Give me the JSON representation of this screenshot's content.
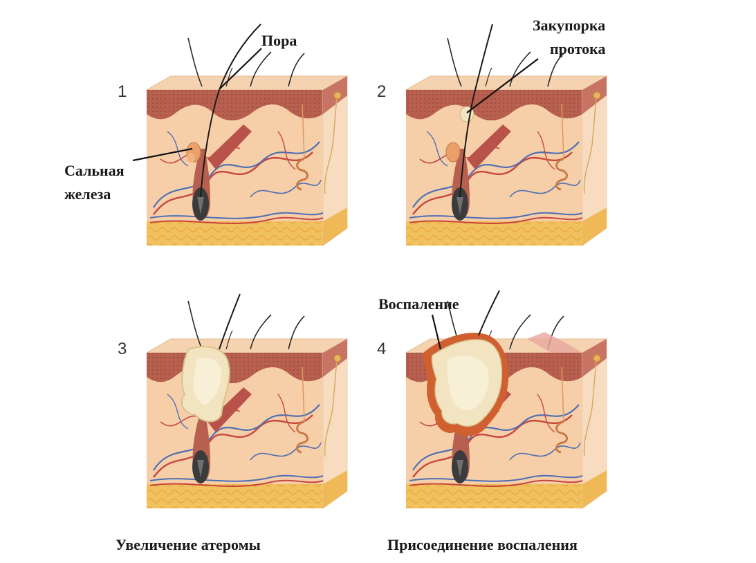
{
  "panels": [
    {
      "number": "1"
    },
    {
      "number": "2"
    },
    {
      "number": "3"
    },
    {
      "number": "4"
    }
  ],
  "labels": {
    "pore": "Пора",
    "sebaceous_gland_line1": "Сальная",
    "sebaceous_gland_line2": "железа",
    "duct_blockage_line1": "Закупорка",
    "duct_blockage_line2": "протока",
    "inflammation": "Воспаление"
  },
  "captions": {
    "stage3": "Увеличение атеромы",
    "stage4": "Присоединение воспаления"
  },
  "colors": {
    "skin_front": "#f6cfa8",
    "skin_side": "#f8dcc0",
    "epidermis_top": "#f5d3b1",
    "dermis_band": "#b8604f",
    "fat_layer": "#f2c15f",
    "artery": "#c8463c",
    "vein": "#4f6fb3",
    "cyst": "#f2e4c0",
    "inflammation": "#d0602f",
    "hair": "#2a2a2a"
  }
}
